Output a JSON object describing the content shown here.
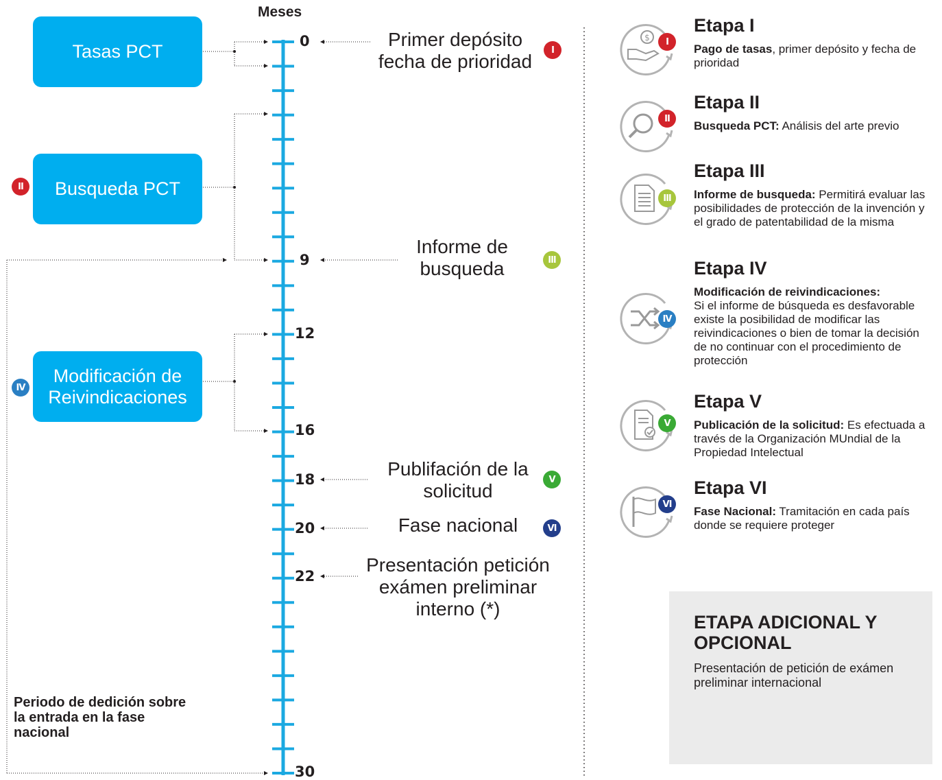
{
  "axis": {
    "title": "Meses",
    "labels": [
      "0",
      "9",
      "12",
      "16",
      "18",
      "20",
      "22",
      "30"
    ]
  },
  "boxes": {
    "tasas": "Tasas PCT",
    "busqueda": "Busqueda PCT",
    "modificacion": "Modificación de Reivindicaciones"
  },
  "events": {
    "primer_deposito": "Primer depósito fecha de prioridad",
    "informe": "Informe de busqueda",
    "publicacion": "Publifación de la solicitud",
    "fase_nacional": "Fase nacional",
    "presentacion": "Presentación petición exámen preliminar interno (*)"
  },
  "badges": {
    "i": "I",
    "ii": "II",
    "iii": "III",
    "iv": "IV",
    "v": "V",
    "vi": "VI"
  },
  "colors": {
    "timeline": "#1ba9e1",
    "box": "#00aeef",
    "badge_i": "#d2232a",
    "badge_ii": "#d2232a",
    "badge_iii": "#a7c63c",
    "badge_iv": "#2a7fc3",
    "badge_v": "#3aaa35",
    "badge_vi": "#233e8b"
  },
  "stages": [
    {
      "icon": "hand-coin-icon",
      "badge": "I",
      "title": "Etapa I",
      "bold": "Pago de tasas",
      "text": ", primer depósito y fecha de prioridad"
    },
    {
      "icon": "magnifier-icon",
      "badge": "II",
      "title": "Etapa II",
      "bold": "Busqueda PCT:",
      "text": " Análisis del arte previo"
    },
    {
      "icon": "document-icon",
      "badge": "III",
      "title": "Etapa III",
      "bold": "Informe de busqueda:",
      "text": " Permitirá evaluar las posibilidades de protección de la invención y el grado de patentabilidad de la misma"
    },
    {
      "icon": "shuffle-icon",
      "badge": "IV",
      "title": "Etapa IV",
      "bold": "Modificación de reivindicaciones:",
      "text": "Si el informe de búsqueda es desfavorable existe la posibilidad de modificar las reivindicaciones o bien de tomar la decisión de no continuar con el procedimiento de protección"
    },
    {
      "icon": "document-check-icon",
      "badge": "V",
      "title": "Etapa V",
      "bold": "Publicación de la solicitud:",
      "text": "  Es efectuada a través de la Organización MUndial de la Propiedad Intelectual"
    },
    {
      "icon": "flag-icon",
      "badge": "VI",
      "title": "Etapa VI",
      "bold": "Fase Nacional:",
      "text": "  Tramitación en cada país donde se requiere proteger"
    }
  ],
  "extra": {
    "title": "ETAPA ADICIONAL Y OPCIONAL",
    "text": "Presentación de petición de exámen preliminar internacional"
  },
  "period": "Periodo de dedición sobre la entrada en la fase nacional"
}
